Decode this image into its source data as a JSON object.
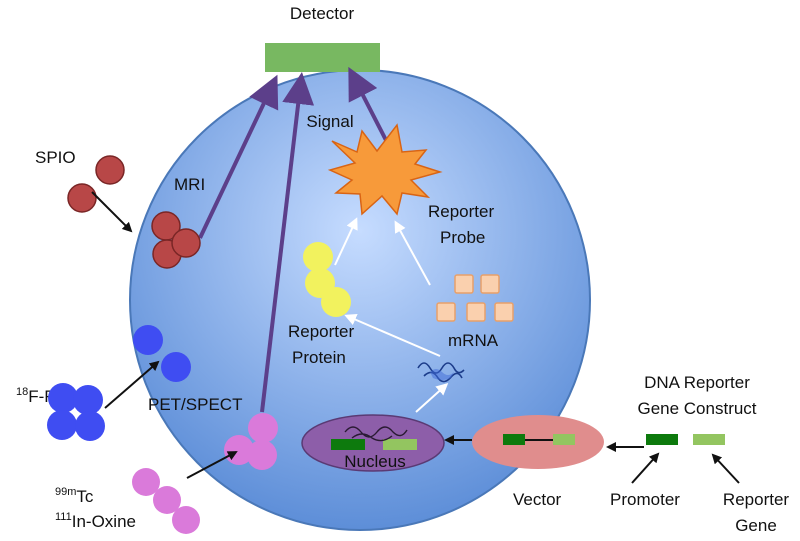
{
  "labels": {
    "detector": "Detector",
    "signal": "Signal",
    "spio": "SPIO",
    "mri": "MRI",
    "reporter_probe_line1": "Reporter",
    "reporter_probe_line2": "Probe",
    "reporter_protein_line1": "Reporter",
    "reporter_protein_line2": "Protein",
    "mrna": "mRNA",
    "fdg_sup": "18",
    "fdg_main": "F-FDG",
    "pet_spect": "PET/SPECT",
    "dna_construct_line1": "DNA Reporter",
    "dna_construct_line2": "Gene Construct",
    "nucleus": "Nucleus",
    "tc_sup": "99m",
    "tc_main": "Tc",
    "in_sup": "111",
    "in_main": "In-Oxine",
    "vector": "Vector",
    "promoter": "Promoter",
    "reporter_gene_line1": "Reporter",
    "reporter_gene_line2": "Gene"
  },
  "colors": {
    "cell_light": "#c6dcff",
    "cell_dark": "#5d8ed8",
    "cell_stroke": "#4a78b8",
    "detector": "#78b861",
    "signal_arrow": "#5c3f8a",
    "spio": "#b84747",
    "spio_stroke": "#7a2626",
    "fdg": "#3f4df2",
    "tc": "#da7ada",
    "burst": "#f79a3a",
    "burst_stroke": "#d96414",
    "protein": "#f2f25e",
    "mrna_square": "#fad0ae",
    "nucleus": "#8d5ea9",
    "vector": "#e08d8d",
    "promoter": "#0d7a0d",
    "reporter_gene": "#93c560"
  },
  "icons": [
    "molecule-cluster-icon",
    "starburst-icon",
    "squiggle-icon"
  ]
}
